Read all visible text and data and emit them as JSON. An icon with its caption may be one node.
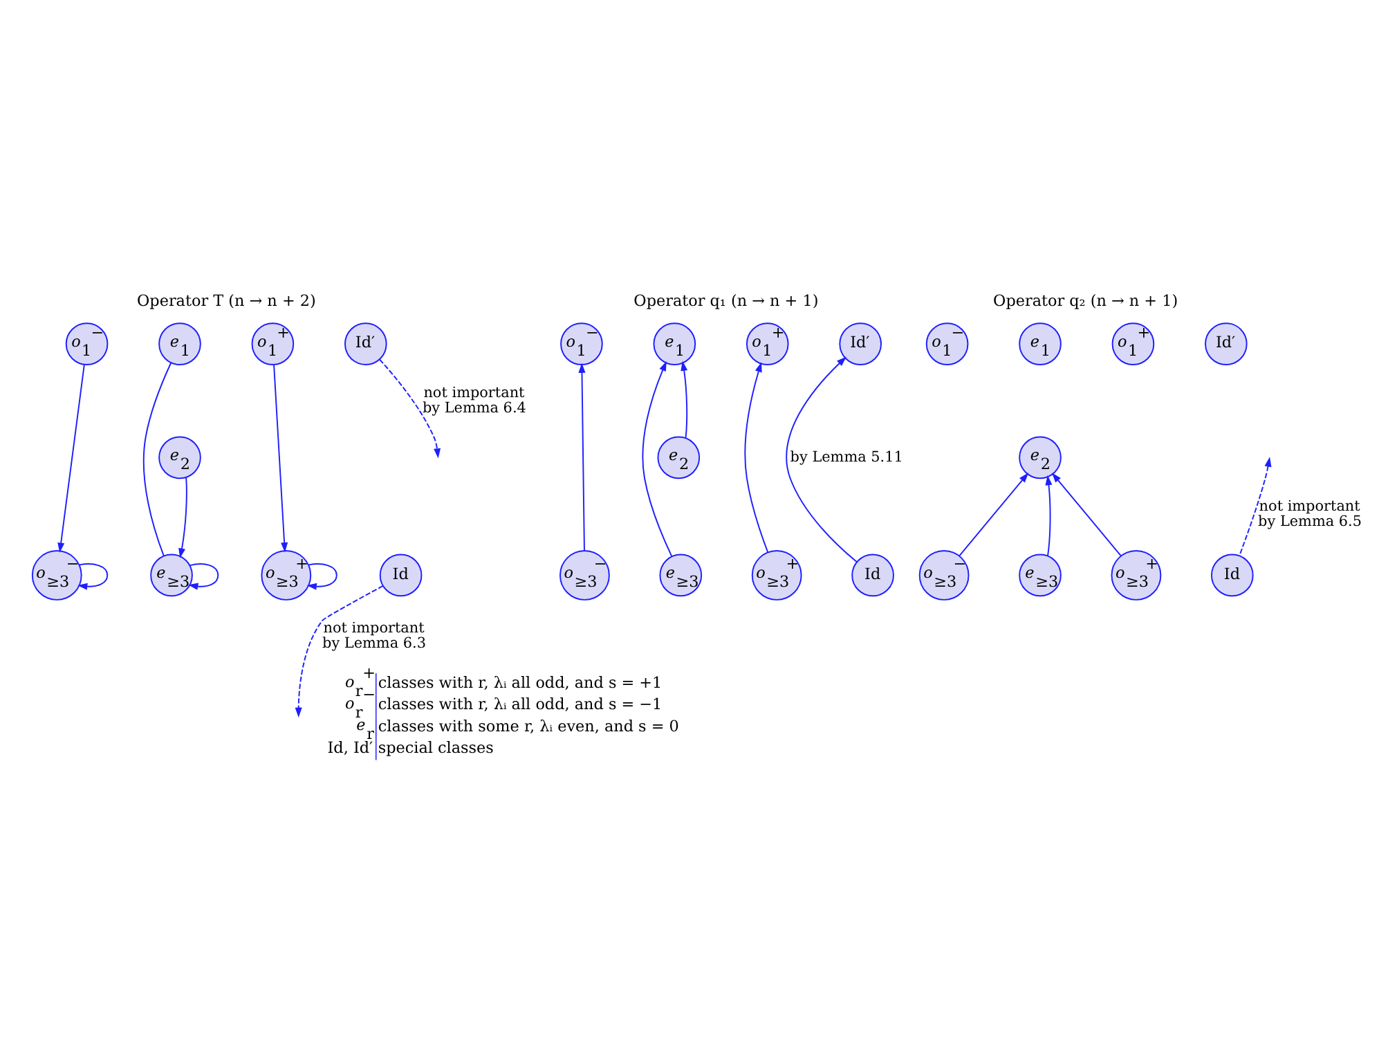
{
  "diagram": {
    "nodes": [
      {
        "text": [
          "*o*$_{1}$$^{−}$"
        ]
      },
      {
        "text": [
          "*e*$_{1}$"
        ]
      },
      {
        "text": [
          "*o*$_{1}$$^{+}$"
        ]
      },
      {
        "text": [
          "Id′"
        ]
      },
      {
        "text": [
          "*e*$_{2}$"
        ]
      },
      {
        "text": [
          "*o*$_{≥3}$$^{−}$"
        ]
      },
      {
        "text": [
          "*e*$_{≥3}$"
        ]
      },
      {
        "text": [
          "*o*$_{≥3}$$^{+}$"
        ]
      },
      {
        "text": [
          "Id"
        ]
      },
      {
        "text": [
          "*o*$_{1}$$^{−}$"
        ]
      },
      {
        "text": [
          "*e*$_{1}$"
        ]
      },
      {
        "text": [
          "*o*$_{1}$$^{+}$"
        ]
      },
      {
        "text": [
          "Id′"
        ]
      },
      {
        "text": [
          "*e*$_{2}$"
        ]
      },
      {
        "text": [
          "*o*$_{≥3}$$^{−}$"
        ]
      },
      {
        "text": [
          "*e*$_{≥3}$"
        ]
      },
      {
        "text": [
          "*o*$_{≥3}$$^{+}$"
        ]
      },
      {
        "text": [
          "Id"
        ]
      },
      {
        "text": [
          "*o*$_{1}$$^{−}$"
        ]
      },
      {
        "text": [
          "*e*$_{1}$"
        ]
      },
      {
        "text": [
          "*o*$_{1}$$^{+}$"
        ]
      },
      {
        "text": [
          "Id′"
        ]
      },
      {
        "text": [
          "*e*$_{2}$"
        ]
      },
      {
        "text": [
          "*o*$_{≥3}$$^{−}$"
        ]
      },
      {
        "text": [
          "*e*$_{≥3}$"
        ]
      },
      {
        "text": [
          "*o*$_{≥3}$$^{+}$"
        ]
      },
      {
        "text": [
          "Id"
        ]
      }
    ],
    "edges": [
      {
        "from": 0,
        "to": 5,
        "arrow": "to"
      },
      {
        "from": 1,
        "to": 6,
        "arrow": "none"
      },
      {
        "from": 4,
        "to": 6,
        "arrow": "to"
      },
      {
        "from": 2,
        "to": 7,
        "arrow": "to"
      },
      {
        "from": 5,
        "to": 5,
        "arrow": "to"
      },
      {
        "from": 6,
        "to": 6,
        "arrow": "to"
      },
      {
        "from": 7,
        "to": 7,
        "arrow": "to"
      },
      {
        "from": 3,
        "to": null,
        "arrow": "to",
        "style": "dashed",
        "label": "not important by Lemma 6.4"
      },
      {
        "from": 8,
        "to": null,
        "arrow": "to",
        "style": "dashed",
        "label": "not important by Lemma 6.3"
      },
      {
        "from": 14,
        "to": 9,
        "arrow": "to"
      },
      {
        "from": 13,
        "to": 10,
        "arrow": "to"
      },
      {
        "from": 15,
        "to": 10,
        "arrow": "to"
      },
      {
        "from": 16,
        "to": 11,
        "arrow": "to"
      },
      {
        "from": 17,
        "to": 12,
        "arrow": "to",
        "label": "by Lemma 5.11"
      },
      {
        "from": 23,
        "to": 22,
        "arrow": "to"
      },
      {
        "from": 24,
        "to": 22,
        "arrow": "to"
      },
      {
        "from": 25,
        "to": 22,
        "arrow": "to"
      },
      {
        "from": 26,
        "to": null,
        "arrow": "to",
        "style": "dashed",
        "label": "not important by Lemma 6.5"
      }
    ],
    "labels": [
      "Operator T (n → n + 2)",
      "Operator q₁ (n → n + 1)",
      "Operator q₂ (n → n + 1)",
      "*o*$_{r}$$^{+}$",
      "classes with r, λᵢ all odd, and s = +1",
      "*o*$_{r}$$^{−}$",
      "classes with r, λᵢ all odd, and s = −1",
      "*e*$_{r}$",
      "classes with some r, λᵢ even, and s = 0",
      "Id, Id′",
      "special classes"
    ]
  }
}
